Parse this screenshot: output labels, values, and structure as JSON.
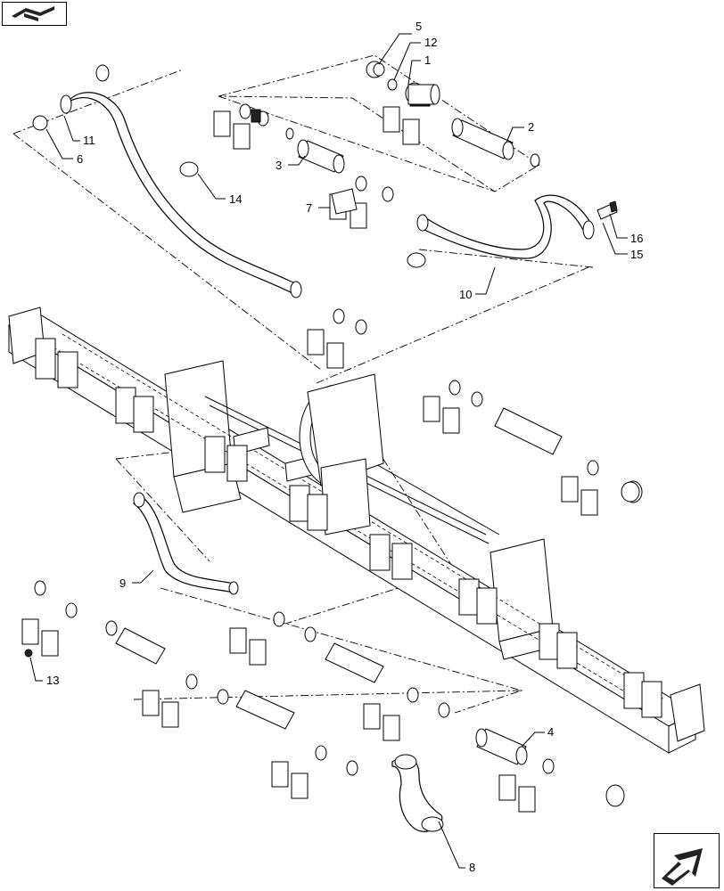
{
  "callouts": [
    {
      "id": "c1",
      "label": "1"
    },
    {
      "id": "c2",
      "label": "2"
    },
    {
      "id": "c3",
      "label": "3"
    },
    {
      "id": "c4",
      "label": "4"
    },
    {
      "id": "c5",
      "label": "5"
    },
    {
      "id": "c6",
      "label": "6"
    },
    {
      "id": "c7",
      "label": "7"
    },
    {
      "id": "c8",
      "label": "8"
    },
    {
      "id": "c9",
      "label": "9"
    },
    {
      "id": "c10",
      "label": "10"
    },
    {
      "id": "c11",
      "label": "11"
    },
    {
      "id": "c12",
      "label": "12"
    },
    {
      "id": "c13",
      "label": "13"
    },
    {
      "id": "c14",
      "label": "14"
    },
    {
      "id": "c15",
      "label": "15"
    },
    {
      "id": "c16",
      "label": "16"
    }
  ],
  "icons": {
    "top_left": "book-navigation-icon",
    "bottom_right": "next-page-arrow-icon"
  }
}
